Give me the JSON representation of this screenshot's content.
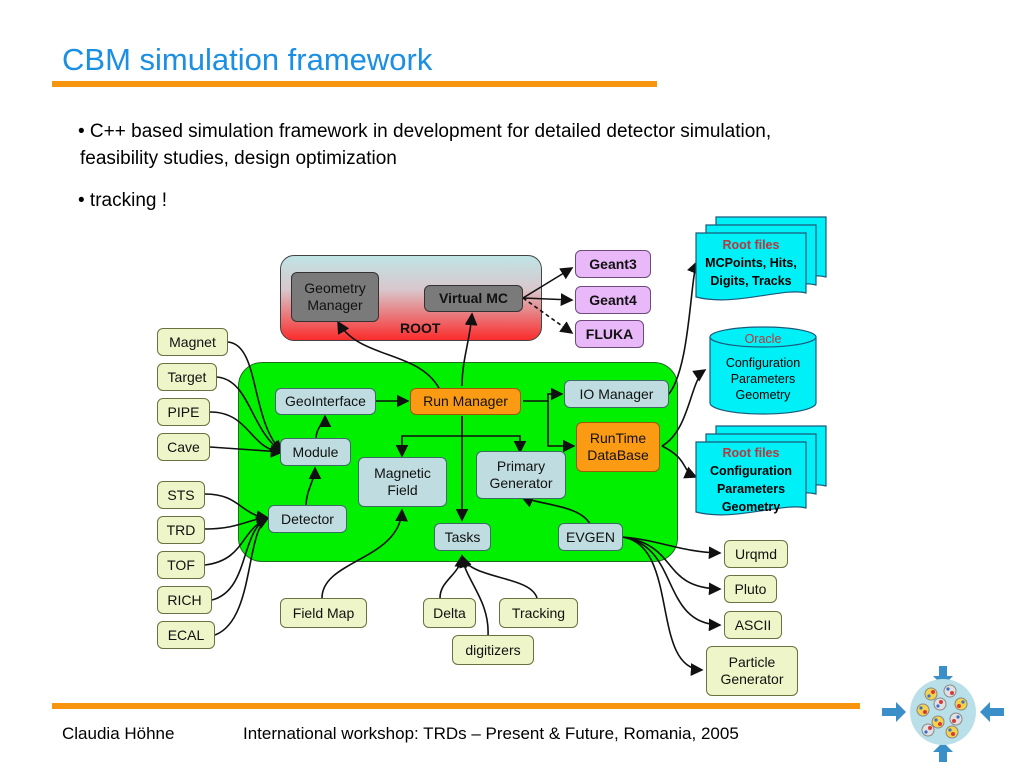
{
  "slide": {
    "title": "CBM simulation framework",
    "bullets": [
      "• C++ based simulation framework in development for detailed detector simulation,",
      "feasibility studies, design optimization",
      "• tracking !"
    ],
    "footer": {
      "author": "Claudia Höhne",
      "event": "International workshop: TRDs – Present & Future, Romania, 2005"
    },
    "colors": {
      "title": "#1a8fe3",
      "accent_rule": "#f7950f",
      "framework_bg": "#00f000",
      "root_gradient_top": "#bfe4e6",
      "root_gradient_bottom": "#fb2c2c",
      "engines": "#e8b8f8",
      "orange_boxes": "#fb9b14",
      "inner_boxes": "#bfdde0",
      "external_boxes": "#eef5c8",
      "storage": "#00f0f8"
    }
  },
  "diagram": {
    "root": {
      "label": "ROOT",
      "geometry_manager": "Geometry Manager",
      "virtual_mc": "Virtual MC"
    },
    "engines": [
      "Geant3",
      "Geant4",
      "FLUKA"
    ],
    "framework": {
      "geointerface": "GeoInterface",
      "run_manager": "Run Manager",
      "io_manager": "IO Manager",
      "runtime_db": "RunTime DataBase",
      "module": "Module",
      "magnetic_field": "Magnetic Field",
      "primary_generator": "Primary Generator",
      "detector": "Detector",
      "tasks": "Tasks",
      "evgen": "EVGEN"
    },
    "modules": [
      "Magnet",
      "Target",
      "PIPE",
      "Cave"
    ],
    "detectors": [
      "STS",
      "TRD",
      "TOF",
      "RICH",
      "ECAL"
    ],
    "inputs": {
      "field_map": "Field Map",
      "delta": "Delta",
      "tracking": "Tracking",
      "digitizers": "digitizers"
    },
    "generators": [
      "Urqmd",
      "Pluto",
      "ASCII",
      "Particle Generator"
    ],
    "storage": {
      "root_files_out": {
        "title": "Root files",
        "lines": [
          "MCPoints,  Hits,",
          "Digits, Tracks"
        ]
      },
      "oracle": {
        "title": "Oracle",
        "lines": [
          "Configuration",
          "Parameters",
          "Geometry"
        ]
      },
      "root_files_params": {
        "title": "Root files",
        "lines": [
          "Configuration",
          "Parameters",
          "Geometry"
        ]
      }
    }
  }
}
